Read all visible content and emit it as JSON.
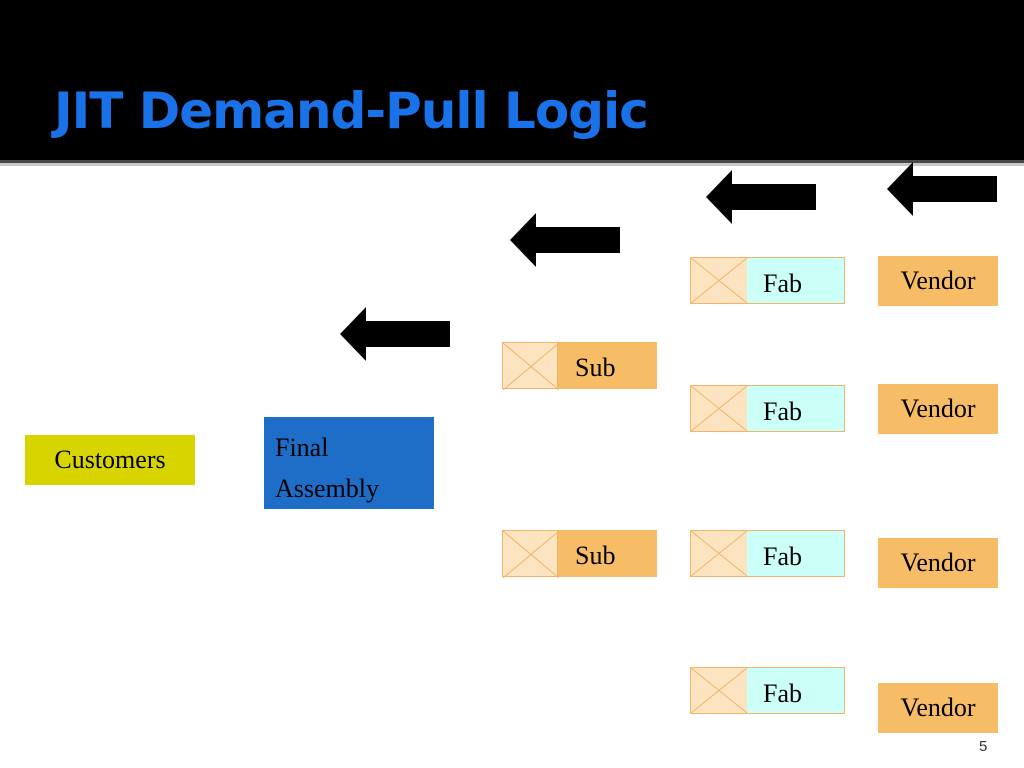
{
  "slide": {
    "title": "JIT Demand-Pull Logic",
    "page_number": "5"
  },
  "nodes": {
    "customers": "Customers",
    "final_assembly": [
      "Final",
      "Assembly"
    ],
    "sub": [
      "Sub",
      "Sub"
    ],
    "fab": [
      "Fab",
      "Fab",
      "Fab",
      "Fab"
    ],
    "vendor": [
      "Vendor",
      "Vendor",
      "Vendor",
      "Vendor"
    ]
  },
  "colors": {
    "header": "#000000",
    "title": "#1a72e8",
    "customers": "#d8d400",
    "final_assembly": "#1e6ec8",
    "sub": "#f7bc66",
    "fab": "#ccfff8",
    "vendor": "#f7bc66",
    "placeholder": "#fde4c0"
  },
  "icons": {
    "arrow": "left-arrow-icon",
    "placeholder": "image-placeholder-icon"
  }
}
